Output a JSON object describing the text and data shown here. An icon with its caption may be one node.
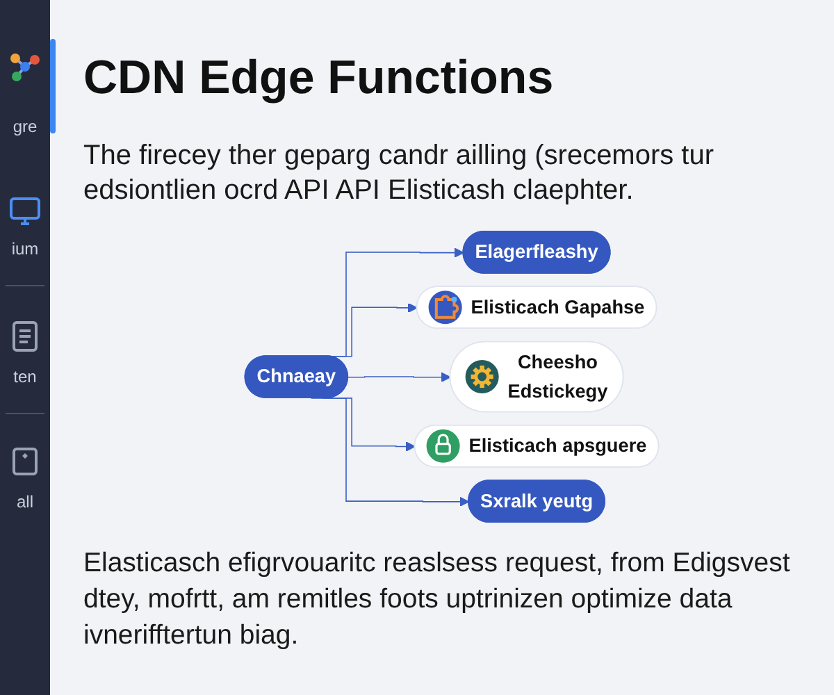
{
  "diagram": {
    "title": "CDN Edge Functions",
    "caption": "Elasticasch efigrvouaritc reaslsess request, from Edigsvest dtey, mofrtt, am remitles foots uptrinizen optimize data ivnerifftertun biag.",
    "nodes": [
      {
        "text": [
          "Chnaeay"
        ]
      },
      {
        "text": [
          "Elagerfleashy"
        ]
      },
      {
        "text": [
          "Elisticach Gapahse"
        ]
      },
      {
        "text": [
          "Cheesho",
          "Edstickegy"
        ]
      },
      {
        "text": [
          "Elisticach apsguere"
        ]
      },
      {
        "text": [
          "Sxralk yeutg"
        ]
      }
    ],
    "edges": [
      {
        "from": 0,
        "to": 1,
        "arrow": "to"
      },
      {
        "from": 0,
        "to": 2,
        "arrow": "to"
      },
      {
        "from": 0,
        "to": 3,
        "arrow": "to"
      },
      {
        "from": 0,
        "to": 4,
        "arrow": "to"
      },
      {
        "from": 0,
        "to": 5,
        "arrow": "to"
      }
    ],
    "labels": [
      "gre",
      "ium",
      "ten",
      "all",
      "The firecey ther geparg candr ailling (srecemors tur edsiontlien ocrd API API Elisticash claephter."
    ]
  }
}
